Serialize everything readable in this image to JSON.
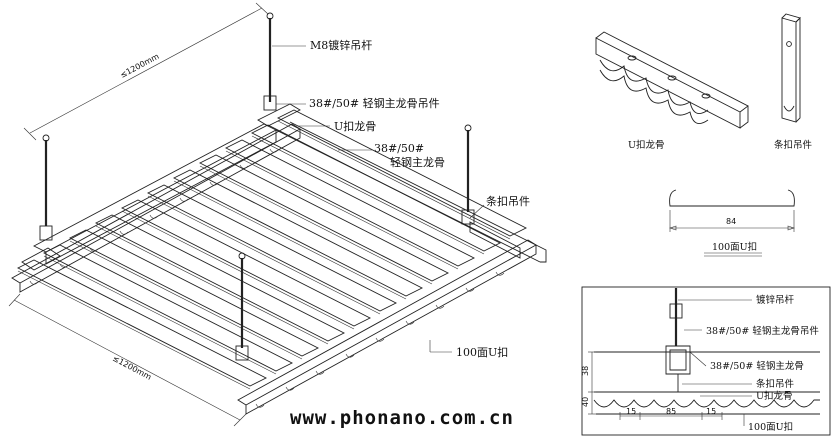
{
  "main_diagram": {
    "callouts": {
      "rod": "M8镀锌吊杆",
      "main_keel_1": "38#/50# 轻钢主龙骨吊件",
      "u_keel": "U扣龙骨",
      "main_keel_2a": "38#/50#",
      "main_keel_2b": "轻钢主龙骨",
      "strip_hanger": "条扣吊件",
      "panel": "100面U扣"
    },
    "dim_top": "≤1200mm",
    "dim_bottom": "≤1200mm"
  },
  "u_keel_detail": {
    "label": "U扣龙骨"
  },
  "strip_hanger_detail": {
    "label": "条扣吊件"
  },
  "panel_profile": {
    "width_value": "84",
    "label": "100面U扣"
  },
  "section_view": {
    "callouts": {
      "rod": "镀锌吊杆",
      "hanger": "38#/50# 轻钢主龙骨吊件",
      "main_keel": "38#/50# 轻钢主龙骨",
      "strip_hanger": "条扣吊件",
      "u_keel": "U扣龙骨",
      "panel": "100面U扣"
    },
    "dims": {
      "height_top": "38",
      "height_bottom": "40",
      "w_left": "15",
      "w_mid": "85",
      "w_right": "15"
    }
  },
  "website": "www.phonano.com.cn"
}
